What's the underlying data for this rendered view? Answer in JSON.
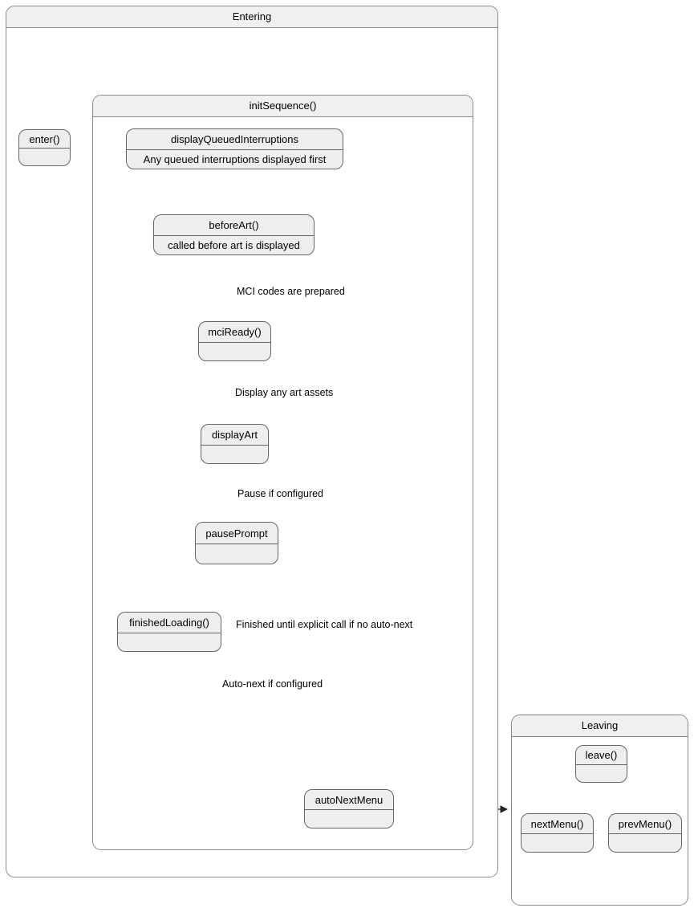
{
  "diagram": {
    "type": "uml-state-machine",
    "colors": {
      "node_fill": "#eeeeee",
      "node_stroke": "#666666",
      "composite_header_fill": "#f0f0f0",
      "composite_stroke": "#888888",
      "edge_stroke": "#222222",
      "terminal_fill": "#000000",
      "canvas_bg": "#ffffff"
    }
  },
  "composites": {
    "entering": {
      "title": "Entering"
    },
    "init_sequence": {
      "title": "initSequence()"
    },
    "leaving": {
      "title": "Leaving"
    }
  },
  "states": {
    "enter": {
      "title": "enter()",
      "body": ""
    },
    "display_queued_interruptions": {
      "title": "displayQueuedInterruptions",
      "body": "Any queued interruptions displayed first"
    },
    "before_art": {
      "title": "beforeArt()",
      "body": "called before art is displayed"
    },
    "mci_ready": {
      "title": "mciReady()",
      "body": ""
    },
    "display_art": {
      "title": "displayArt",
      "body": ""
    },
    "pause_prompt": {
      "title": "pausePrompt",
      "body": ""
    },
    "finished_loading": {
      "title": "finishedLoading()",
      "body": ""
    },
    "auto_next_menu": {
      "title": "autoNextMenu",
      "body": ""
    },
    "leave": {
      "title": "leave()",
      "body": ""
    },
    "next_menu": {
      "title": "nextMenu()",
      "body": ""
    },
    "prev_menu": {
      "title": "prevMenu()",
      "body": ""
    }
  },
  "pseudostates": {
    "initial": {
      "name": "initial-state"
    },
    "final_entering": {
      "name": "final-state"
    },
    "final_leaving": {
      "name": "final-state"
    }
  },
  "transitions": [
    {
      "from": "initial",
      "to": "enter",
      "label": ""
    },
    {
      "from": "enter",
      "to": "init_sequence",
      "label": ""
    },
    {
      "from": "display_queued_interruptions",
      "to": "before_art",
      "label": ""
    },
    {
      "from": "before_art",
      "to": "mci_ready",
      "label": "MCI codes are prepared"
    },
    {
      "from": "mci_ready",
      "to": "display_art",
      "label": "Display any art assets"
    },
    {
      "from": "display_art",
      "to": "pause_prompt",
      "label": "Pause if configured"
    },
    {
      "from": "display_art",
      "to": "finished_loading",
      "label": ""
    },
    {
      "from": "pause_prompt",
      "to": "finished_loading",
      "label": ""
    },
    {
      "from": "finished_loading",
      "to": "final_entering",
      "label": "Finished until explicit call if no auto-next"
    },
    {
      "from": "finished_loading",
      "to": "auto_next_menu",
      "label": "Auto-next if configured"
    },
    {
      "from": "auto_next_menu",
      "to": "leaving",
      "label": ""
    },
    {
      "from": "leave",
      "to": "next_menu",
      "label": ""
    },
    {
      "from": "leave",
      "to": "prev_menu",
      "label": ""
    },
    {
      "from": "next_menu",
      "to": "final_leaving",
      "label": ""
    },
    {
      "from": "prev_menu",
      "to": "final_leaving",
      "label": ""
    }
  ],
  "edge_labels": {
    "mci_codes": "MCI codes are prepared",
    "display_art_assets": "Display any art assets",
    "pause_if_configured": "Pause if configured",
    "finished_until": "Finished until explicit call if no auto-next",
    "auto_next": "Auto-next if configured"
  }
}
